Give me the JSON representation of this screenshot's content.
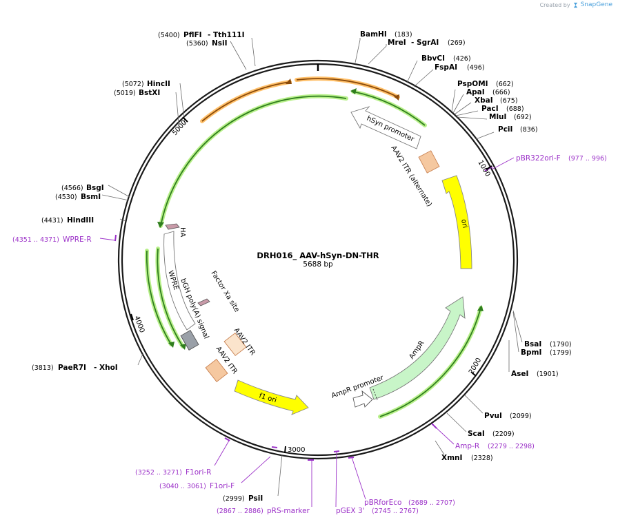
{
  "credit": {
    "prefix": "Created by",
    "brand": "SnapGene"
  },
  "plasmid": {
    "name": "DRH016_ AAV-hSyn-DN-THR",
    "size": "5688 bp"
  },
  "ticks": [
    "1000",
    "2000",
    "3000",
    "4000",
    "5000"
  ],
  "sites": [
    {
      "name": "BamHI",
      "pos": "(183)"
    },
    {
      "name": "MreI",
      "pos": "(269)",
      "extra": "- SgrAI"
    },
    {
      "name": "BbvCI",
      "pos": "(426)"
    },
    {
      "name": "FspAI",
      "pos": "(496)"
    },
    {
      "name": "PspOMI",
      "pos": "(662)"
    },
    {
      "name": "ApaI",
      "pos": "(666)"
    },
    {
      "name": "XbaI",
      "pos": "(675)"
    },
    {
      "name": "PacI",
      "pos": "(688)"
    },
    {
      "name": "MluI",
      "pos": "(692)"
    },
    {
      "name": "PciI",
      "pos": "(836)"
    },
    {
      "name": "BsaI",
      "pos": "(1790)"
    },
    {
      "name": "BpmI",
      "pos": "(1799)"
    },
    {
      "name": "AseI",
      "pos": "(1901)"
    },
    {
      "name": "PvuI",
      "pos": "(2099)"
    },
    {
      "name": "ScaI",
      "pos": "(2209)"
    },
    {
      "name": "XmnI",
      "pos": "(2328)"
    },
    {
      "name": "PsiI",
      "pos": "(2999)"
    },
    {
      "name": "PaeR7I",
      "pos": "(3813)",
      "extra": "- XhoI"
    },
    {
      "name": "HindIII",
      "pos": "(4431)"
    },
    {
      "name": "BsmI",
      "pos": "(4530)"
    },
    {
      "name": "BsgI",
      "pos": "(4566)"
    },
    {
      "name": "BstXI",
      "pos": "(5019)"
    },
    {
      "name": "HincII",
      "pos": "(5072)"
    },
    {
      "name": "NsiI",
      "pos": "(5360)"
    },
    {
      "name": "PflFI",
      "pos": "(5400)",
      "extra": "- Tth111I"
    }
  ],
  "primers": [
    {
      "name": "pBR322ori-F",
      "pos": "(977 .. 996)"
    },
    {
      "name": "Amp-R",
      "pos": "(2279 .. 2298)"
    },
    {
      "name": "pBRforEco",
      "pos": "(2689 .. 2707)"
    },
    {
      "name": "pGEX 3'",
      "pos": "(2745 .. 2767)"
    },
    {
      "name": "pRS-marker",
      "pos": "(2867 .. 2886)"
    },
    {
      "name": "F1ori-F",
      "pos": "(3040 .. 3061)"
    },
    {
      "name": "F1ori-R",
      "pos": "(3252 .. 3271)"
    },
    {
      "name": "WPRE-R",
      "pos": "(4351 .. 4371)"
    }
  ],
  "features": [
    {
      "name": "hSyn promoter"
    },
    {
      "name": "AAV2 ITR (alternate)"
    },
    {
      "name": "ori"
    },
    {
      "name": "AmpR"
    },
    {
      "name": "AmpR promoter"
    },
    {
      "name": "f1 ori"
    },
    {
      "name": "AAV2 ITR"
    },
    {
      "name": "AAV2 ITR"
    },
    {
      "name": "bGH poly(A) signal"
    },
    {
      "name": "Factor Xa site"
    },
    {
      "name": "WPRE"
    },
    {
      "name": "HA"
    }
  ],
  "colors": {
    "backbone": "#1a1a1a",
    "orf_arrow": "#2f7d1e",
    "orf_glow": "#b8f08a",
    "orange_arrow": "#8a4a0a",
    "orange_glow": "#ffc06a",
    "ori": "#ffff00",
    "ampr": "#c8f5c8",
    "itr": "#f5c8a0",
    "polyA": "#9aa0a8",
    "ha": "#c89aa8",
    "primer": "#9b30c8"
  }
}
